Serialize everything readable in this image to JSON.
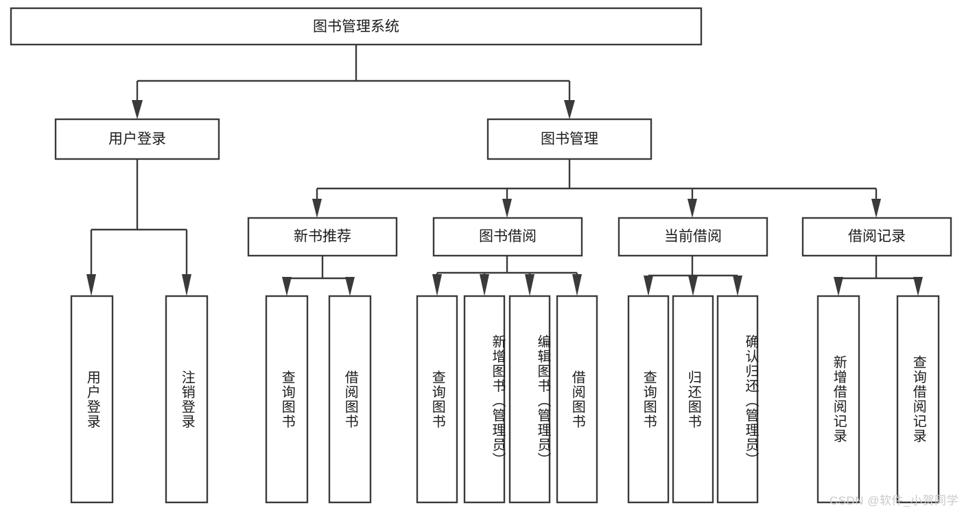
{
  "diagram": {
    "type": "tree-hierarchy-chart",
    "title": "图书管理系统",
    "orientation": "top-down",
    "colors": {
      "box_fill": "#ffffff",
      "box_stroke": "#3a3a3a",
      "text": "#1b1b1b",
      "watermark": "#c9c9c9",
      "background": "#ffffff"
    },
    "root": {
      "label": "图书管理系统",
      "text_direction": "horizontal"
    },
    "level2": [
      {
        "label": "用户登录",
        "text_direction": "horizontal"
      },
      {
        "label": "图书管理",
        "text_direction": "horizontal"
      }
    ],
    "level3": [
      {
        "label": "新书推荐",
        "text_direction": "horizontal",
        "parent": "图书管理"
      },
      {
        "label": "图书借阅",
        "text_direction": "horizontal",
        "parent": "图书管理"
      },
      {
        "label": "当前借阅",
        "text_direction": "horizontal",
        "parent": "图书管理"
      },
      {
        "label": "借阅记录",
        "text_direction": "horizontal",
        "parent": "图书管理"
      }
    ],
    "leaves": {
      "用户登录": [
        {
          "label": "用户登录",
          "text_direction": "vertical"
        },
        {
          "label": "注销登录",
          "text_direction": "vertical"
        }
      ],
      "新书推荐": [
        {
          "label": "查询图书",
          "text_direction": "vertical"
        },
        {
          "label": "借阅图书",
          "text_direction": "vertical"
        }
      ],
      "图书借阅": [
        {
          "label": "查询图书",
          "text_direction": "vertical"
        },
        {
          "label": "新增图书（管理员）",
          "text_direction": "vertical"
        },
        {
          "label": "编辑图书（管理员）",
          "text_direction": "vertical"
        },
        {
          "label": "借阅图书",
          "text_direction": "vertical"
        }
      ],
      "当前借阅": [
        {
          "label": "查询图书",
          "text_direction": "vertical"
        },
        {
          "label": "归还图书",
          "text_direction": "vertical"
        },
        {
          "label": "确认归还（管理员）",
          "text_direction": "vertical"
        }
      ],
      "借阅记录": [
        {
          "label": "新增借阅记录",
          "text_direction": "vertical"
        },
        {
          "label": "查询借阅记录",
          "text_direction": "vertical"
        }
      ]
    }
  },
  "watermark": {
    "text": "CSDN @软件_小贺同学"
  }
}
